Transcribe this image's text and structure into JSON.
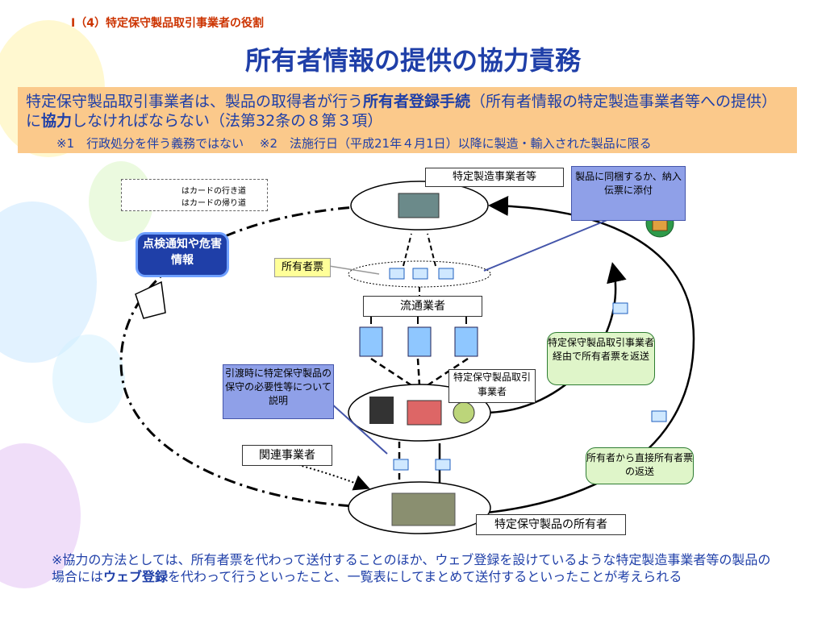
{
  "section_label": "Ⅰ（4）特定保守製品取引事業者の役割",
  "title": "所有者情報の提供の協力責務",
  "summary": {
    "pre": "特定保守製品取引事業者は、製品の取得者が行う",
    "bold1": "所有者登録手続",
    "mid": "（所有者情報の特定製造事業者等への提供）に",
    "bold2": "協力",
    "post": "しなければならない（法第32条の８第３項）",
    "notes": "※1　行政処分を伴う義務ではない　 ※2　法施行日（平成21年４月1日）以降に製造・輸入された製品に限る"
  },
  "legend": {
    "outbound": "はカードの行き道",
    "return": "はカードの帰り道"
  },
  "diagram": {
    "manufacturer_label": "特定製造事業者等",
    "enclose_callout": "製品に同梱するか、納入伝票に添付",
    "notice_callout": "点検通知や危害情報",
    "owner_card_label": "所有者票",
    "distributor_label": "流通業者",
    "dealer_label": "特定保守製品取引事業者",
    "explain_callout": "引渡時に特定保守製品の保守の必要性等について説明",
    "related_label": "関連事業者",
    "owner_label": "特定保守製品の所有者",
    "return_via_dealer": "特定保守製品取引事業者経由で所有者票を返送",
    "return_direct": "所有者から直接所有者票の返送"
  },
  "footer": {
    "pre": "※協力の方法としては、所有者票を代わって送付することのほか、ウェブ登録を設けているような特定製造事業者等の製品の場合には",
    "bold": "ウェブ登録",
    "post": "を代わって行うといったこと、一覧表にしてまとめて送付するといったことが考えられる"
  },
  "colors": {
    "title": "#1f3fa8",
    "section_label": "#cc3300",
    "summary_bg": "#fbc98b",
    "callout_blue": "#8fa0e8",
    "callout_green": "#dff5c9"
  }
}
